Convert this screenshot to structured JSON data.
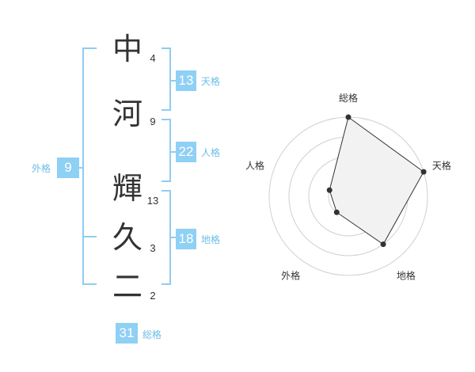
{
  "name_chars": [
    {
      "char": "中",
      "strokes": "4"
    },
    {
      "char": "河",
      "strokes": "9"
    },
    {
      "char": "輝",
      "strokes": "13"
    },
    {
      "char": "久",
      "strokes": "3"
    },
    {
      "char": "二",
      "strokes": "2"
    }
  ],
  "fortunes": {
    "tenkaku": {
      "value": "13",
      "label": "天格"
    },
    "jinkaku": {
      "value": "22",
      "label": "人格"
    },
    "chikaku": {
      "value": "18",
      "label": "地格"
    },
    "gaikaku": {
      "value": "9",
      "label": "外格"
    },
    "soukaku": {
      "value": "31",
      "label": "総格"
    }
  },
  "colors": {
    "bracket": "#90ccf0",
    "badge": "#8fd0f5",
    "label": "#6bbde8",
    "ring": "#d0d0d0",
    "polygon_fill": "#f2f2f2",
    "polygon_stroke": "#333333"
  },
  "chart_data": {
    "type": "radar",
    "axes": [
      "総格",
      "天格",
      "地格",
      "外格",
      "人格"
    ],
    "values": [
      4,
      4,
      3,
      1,
      1
    ],
    "max": 4,
    "rings": 4
  }
}
